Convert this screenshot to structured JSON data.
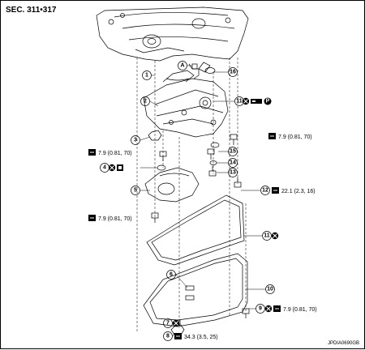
{
  "header": {
    "section": "SEC. 311•317"
  },
  "footer": {
    "image_code": "JPDIA0690GB"
  },
  "callouts": [
    {
      "id": "c1",
      "num": "1"
    },
    {
      "id": "c2",
      "num": "2"
    },
    {
      "id": "c3",
      "num": "3"
    },
    {
      "id": "c4",
      "num": "4"
    },
    {
      "id": "c5",
      "num": "5"
    },
    {
      "id": "c6",
      "num": "6"
    },
    {
      "id": "c7",
      "num": "7"
    },
    {
      "id": "c8",
      "num": "8"
    },
    {
      "id": "c9",
      "num": "9"
    },
    {
      "id": "c10",
      "num": "10"
    },
    {
      "id": "c11a",
      "num": "11"
    },
    {
      "id": "c11b",
      "num": "11"
    },
    {
      "id": "c12",
      "num": "12"
    },
    {
      "id": "c13",
      "num": "13"
    },
    {
      "id": "c14",
      "num": "14"
    },
    {
      "id": "c15",
      "num": "15"
    },
    {
      "id": "c16",
      "num": "16"
    },
    {
      "id": "cA",
      "num": "A"
    }
  ],
  "torque": {
    "t1": "7.9 (0.81, 70)",
    "t2": "7.9 (0.81, 70)",
    "t3": "7.9 (0.81, 70)",
    "t4": "7.9 (0.81, 70)",
    "t5": "22.1 (2.3, 16)",
    "t6": "34.3 (3.5, 25)"
  },
  "symbols": {
    "p_mark": "P"
  },
  "colors": {
    "ink": "#000000",
    "background": "#ffffff"
  }
}
